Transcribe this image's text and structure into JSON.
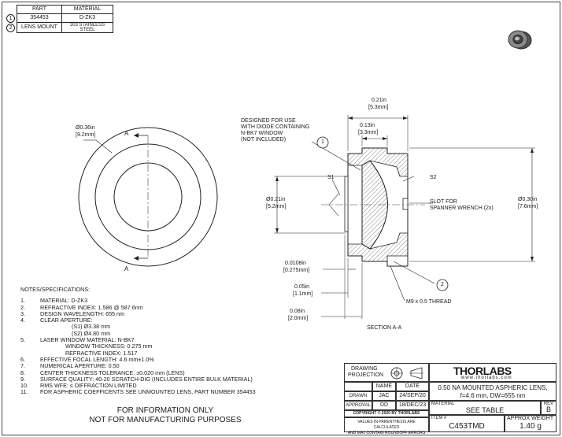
{
  "bom": {
    "headers": [
      "PART",
      "MATERIAL"
    ],
    "rows": [
      {
        "item": "1",
        "part": "354453",
        "material": "D-ZK3"
      },
      {
        "item": "2",
        "part": "LENS MOUNT",
        "material_line1": "303 STAINLESS",
        "material_line2": "STEEL"
      }
    ]
  },
  "front_view": {
    "dim_label_in": "0.36in",
    "dim_label_mm": "[9.2mm]",
    "section_mark": "A"
  },
  "section_view": {
    "designed_for_note": [
      "DESIGNED FOR USE",
      "WITH DIODE CONTAINING",
      "N-BK7 WINDOW",
      "(NOT INCLUDED)"
    ],
    "dim_top_in": "0.21in",
    "dim_top_mm": "[5.3mm]",
    "dim_inner_in": "0.13in",
    "dim_inner_mm": "[3.3mm]",
    "dim_left_in": "0.21in",
    "dim_left_mm": "[5.2mm]",
    "dim_right_in": "0.30in",
    "dim_right_mm": "[7.6mm]",
    "s1": "S1",
    "s2": "S2",
    "slot_note": [
      "SLOT FOR",
      "SPANNER WRENCH (2x)"
    ],
    "dim_a_in": "0.0108in",
    "dim_a_mm": "[0.275mm]",
    "dim_b_in": "0.05in",
    "dim_b_mm": "[1.1mm]",
    "dim_c_in": "0.08in",
    "dim_c_mm": "[2.0mm]",
    "thread": "M9 x 0.5 THREAD",
    "balloon_1": "1",
    "balloon_2": "2",
    "section_label": "SECTION A-A"
  },
  "notes": {
    "title": "NOTES/SPECIFICATIONS:",
    "lines": [
      {
        "num": "1.",
        "text": "MATERIAL: D-ZK3"
      },
      {
        "num": "2.",
        "text": "REFRACTIVE INDEX: 1.586 @ 587.6nm"
      },
      {
        "num": "3.",
        "text": "DESIGN WAVELENGTH: 655 nm"
      },
      {
        "num": "4.",
        "text": "CLEAR APERTURE:"
      },
      {
        "num": "",
        "text": "                    (S1) Ø3.38 mm"
      },
      {
        "num": "",
        "text": "                    (S2) Ø4.80 mm"
      },
      {
        "num": "5.",
        "text": "LASER WINDOW MATERIAL: N-BK7"
      },
      {
        "num": "",
        "text": "                WINDOW THICKNESS: 0.275 mm"
      },
      {
        "num": "",
        "text": "                REFRACTIVE INDEX: 1.517"
      },
      {
        "num": "6.",
        "text": "EFFECTIVE FOCAL LENGTH: 4.6 mm±1.0%"
      },
      {
        "num": "7.",
        "text": "NUMERICAL APERTURE: 0.50"
      },
      {
        "num": "8.",
        "text": "CENTER THICKNESS TOLERANCE: ±0.020 mm (LENS)"
      },
      {
        "num": "9.",
        "text": "SURFACE QUALITY: 40-20 SCRATCH-DIG (INCLUDES ENTIRE BULK MATERIAL)"
      },
      {
        "num": "10.",
        "text": "RMS WFE: ≤ DIFFRACTION LIMITED"
      },
      {
        "num": "11.",
        "text": "FOR ASPHERIC COEFFICENTS SEE UNMOUNTED LENS, PART NUMBER 354453"
      }
    ]
  },
  "footer": {
    "line1": "FOR INFORMATION ONLY",
    "line2": "NOT FOR MANUFACTURING PURPOSES"
  },
  "title_block": {
    "drawing_projection_1": "DRAWING",
    "drawing_projection_2": "PROJECTION",
    "logo": "THORLABS",
    "website": "www.thorlabs.com",
    "name_header": "NAME",
    "date_header": "DATE",
    "drawn_label": "DRAWN",
    "drawn_name": "JAC",
    "drawn_date": "24/SEP/20",
    "approval_label": "APPROVAL",
    "approval_name": "DD",
    "approval_date": "18/DEC/23",
    "description_1": "0.50 NA MOUNTED ASPHERIC LENS,",
    "description_2": "f=4.6 mm, DW=655 nm",
    "copyright": "COPYRIGHT © 2020 BY THORLABS",
    "values_note_1": "VALUES IN PARENTHESIS ARE CALCULATED",
    "values_note_2": "AND MAY CONTAIN ROUNDOFF ERRORS",
    "material_label": "MATERIAL",
    "material_value": "SEE TABLE",
    "rev_label": "REV",
    "rev_value": "B",
    "item_label": "ITEM #",
    "item_value": "C453TMD",
    "weight_label": "APPROX WEIGHT",
    "weight_value": "1.40 g"
  },
  "symbols": {
    "diameter": "Ø"
  }
}
